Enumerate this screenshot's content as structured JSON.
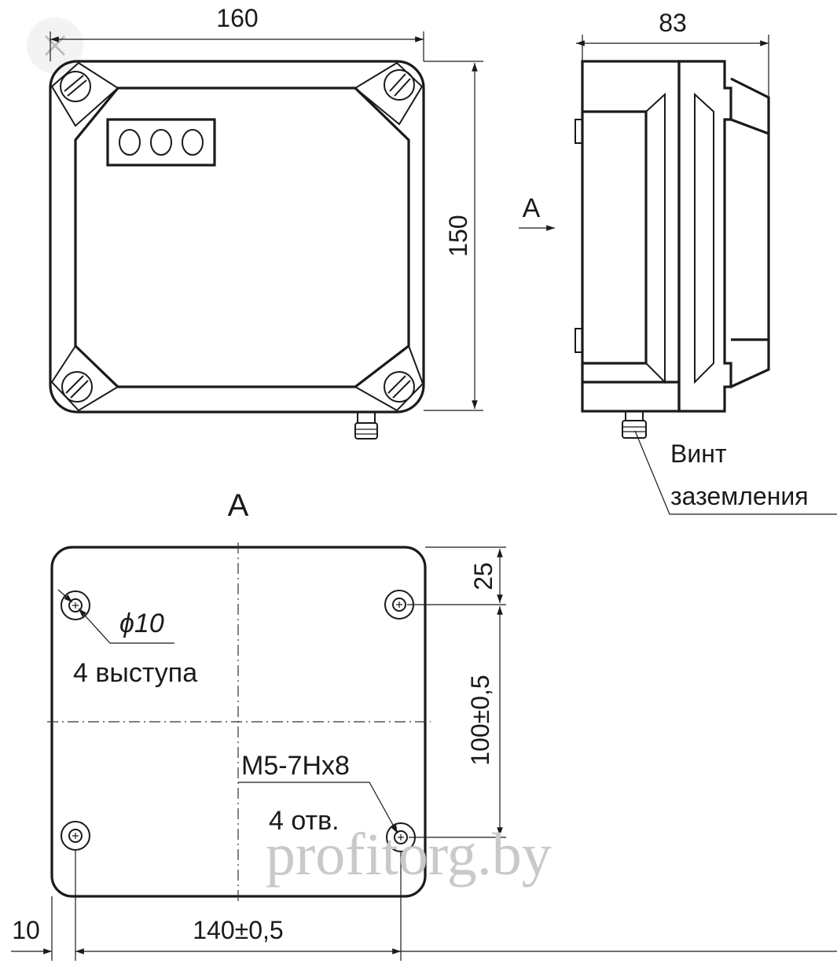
{
  "dimensions": {
    "top_width": "160",
    "top_height": "150",
    "side_depth": "83",
    "bottom_offset_top": "25",
    "bottom_spacing_vertical": "100±0,5",
    "bottom_edge_offset": "10",
    "bottom_spacing_horizontal": "140±0,5"
  },
  "labels": {
    "view_arrow": "A",
    "view_title": "A",
    "ground_screw_line1": "Винт",
    "ground_screw_line2": "заземления",
    "boss_diameter": "ϕ10",
    "boss_count": "4 выступа",
    "thread": "M5-7Hx8",
    "hole_count": "4 отв."
  },
  "watermark": "profitorg.by",
  "colors": {
    "line": "#1a1a1a",
    "watermark": "#c9c9c9",
    "background": "#ffffff"
  }
}
